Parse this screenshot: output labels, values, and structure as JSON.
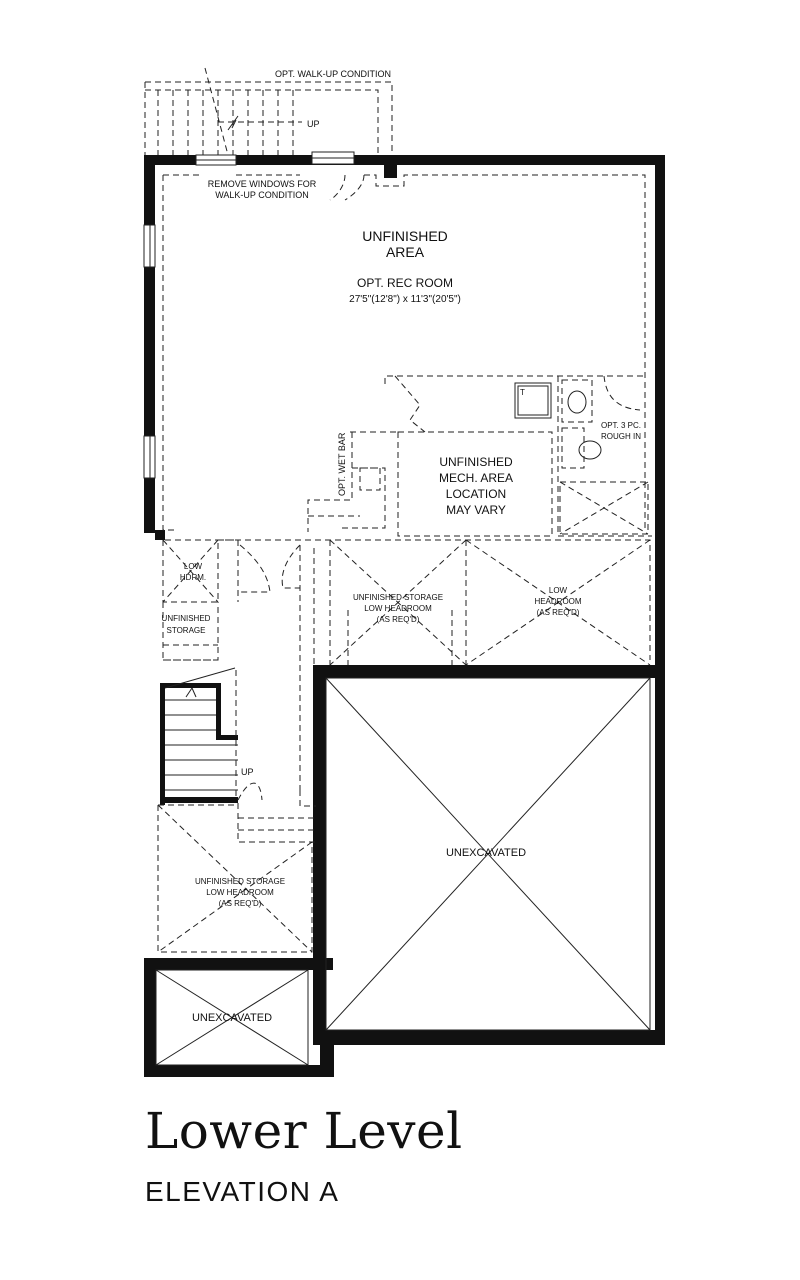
{
  "plan": {
    "title": "Lower Level",
    "subtitle": "ELEVATION A",
    "labels": {
      "opt_walkup": "OPT. WALK-UP CONDITION",
      "up_top": "UP",
      "remove_windows_1": "REMOVE WINDOWS FOR",
      "remove_windows_2": "WALK-UP CONDITION",
      "unfinished_area_1": "UNFINISHED",
      "unfinished_area_2": "AREA",
      "opt_rec_room": "OPT. REC ROOM",
      "rec_room_dims": "27'5\"(12'8\") x 11'3\"(20'5\")",
      "opt_wet_bar": "OPT. WET BAR",
      "mech_1": "UNFINISHED",
      "mech_2": "MECH. AREA",
      "mech_3": "LOCATION",
      "mech_4": "MAY VARY",
      "tank_t": "T",
      "rough_in_1": "OPT. 3 PC.",
      "rough_in_2": "ROUGH IN",
      "low_hdrm_1": "LOW",
      "low_hdrm_2": "HDRM.",
      "unf_storage_1": "UNFINISHED",
      "unf_storage_2": "STORAGE",
      "storage_mid_1": "UNFINISHED STORAGE",
      "storage_mid_2": "LOW HEADROOM",
      "storage_mid_3": "(AS REQ'D)",
      "low_headroom_1": "LOW",
      "low_headroom_2": "HEADROOM",
      "low_headroom_3": "(AS REQ'D)",
      "up_stair": "UP",
      "storage_low_1": "UNFINISHED STORAGE",
      "storage_low_2": "LOW HEADROOM",
      "storage_low_3": "(AS REQ'D)",
      "unexcavated_big": "UNEXCAVATED",
      "unexcavated_small": "UNEXCAVATED"
    }
  }
}
